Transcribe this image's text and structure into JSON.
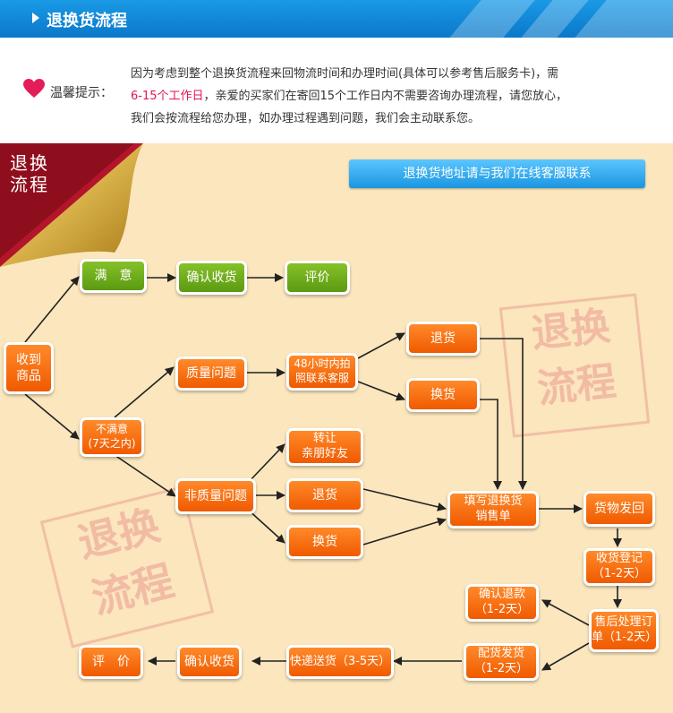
{
  "header": {
    "title": "退换货流程",
    "color": "#0b78c9"
  },
  "notice": {
    "label": "温馨提示：",
    "icon": "heart-icon",
    "line1": "因为考虑到整个退换货流程来回物流时间和办理时间(具体可以参考售后服务卡)，需",
    "line2_highlight": "6-15个工作日",
    "line2_rest": "，亲爱的买家们在寄回15个工作日内不需要咨询办理流程，请您放心，",
    "line3": "我们会按流程给您办理，如办理过程遇到问题，我们会主动联系您。"
  },
  "corner_label": "退换\n流程",
  "contact_banner": "退换货地址请与我们在线客服联系",
  "stamp_text": "退换\n流程",
  "nodes": {
    "receive": "收到\n商品",
    "satisfied": "满　意",
    "confirm_receipt_top": "确认收货",
    "review_top": "评价",
    "unsatisfied": "不满意\n(7天之内)",
    "quality_issue": "质量问题",
    "photo_contact": "48小时内拍\n照联系客服",
    "return_a": "退货",
    "exchange_a": "换货",
    "non_quality": "非质量问题",
    "transfer": "转让\n亲朋好友",
    "return_b": "退货",
    "exchange_b": "换货",
    "fill_form": "填写退换货\n销售单",
    "ship_goods": "货物发回",
    "receipt_register": "收货登记\n（1-2天）",
    "after_sales": "售后处理订\n单（1-2天）",
    "confirm_refund": "确认退款\n（1-2天）",
    "dispatch": "配货发货\n（1-2天）",
    "express": "快递送货（3-5天）",
    "confirm_receipt_bottom": "确认收货",
    "review_bottom": "评　价"
  },
  "colors": {
    "green": "#6aa81a",
    "orange": "#f66a0a",
    "panel": "#fbe6bd",
    "highlight": "#e4134f"
  }
}
